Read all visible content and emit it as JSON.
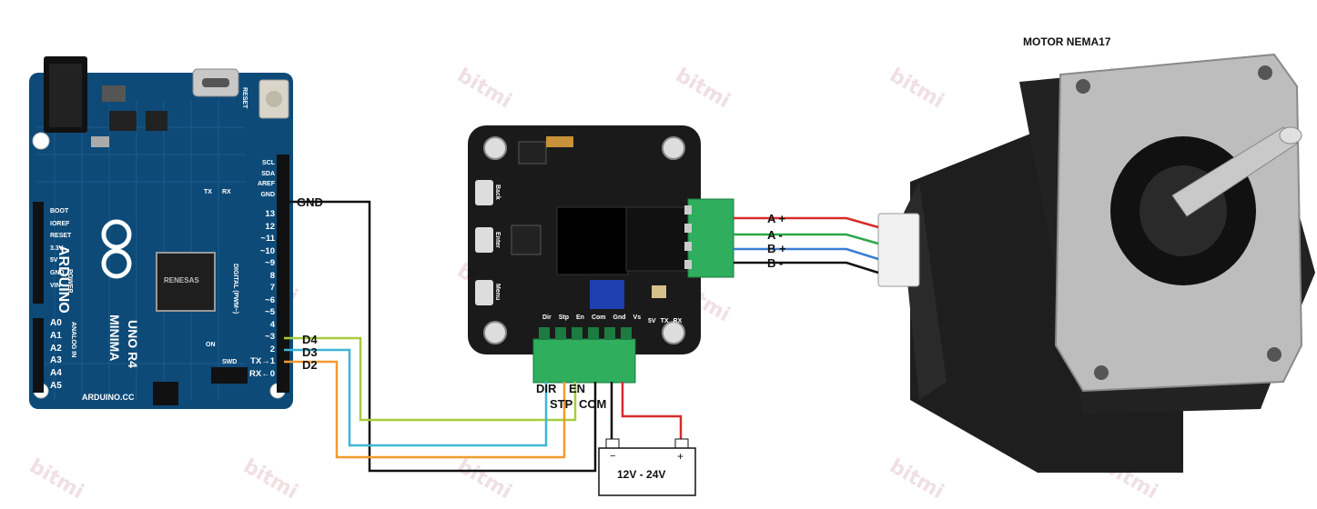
{
  "title": "MOTOR NEMA17",
  "watermark": "bitmi",
  "arduino": {
    "brand": "ARDUINO",
    "model": "UNO R4",
    "variant": "MINIMA",
    "url": "ARDUINO.CC",
    "power_labels": [
      "BOOT",
      "IOREF",
      "RESET",
      "3.3V",
      "5V",
      "GND",
      "VIN"
    ],
    "power_header": "POWER",
    "analog_labels": [
      "A0",
      "A1",
      "A2",
      "A3",
      "A4",
      "A5"
    ],
    "analog_header": "ANALOG IN",
    "digital_labels_top": [
      "SCL",
      "SDA",
      "AREF",
      "GND"
    ],
    "digital_numbers": [
      "13",
      "12",
      "~11",
      "~10",
      "~9",
      "8",
      "7",
      "~6",
      "~5",
      "4",
      "~3",
      "2",
      "TX→1",
      "RX←0"
    ],
    "digital_header": "DIGITAL (PWM~)",
    "reset_label": "RESET",
    "chip_text": "RENESAS",
    "on_label": "ON",
    "swd_label": "SWD",
    "tx_label": "TX",
    "rx_label": "RX"
  },
  "driver": {
    "button_labels": [
      "Back",
      "Enter",
      "Menu"
    ],
    "terminal_pins": [
      "Dir",
      "Stp",
      "En",
      "Com",
      "Gnd",
      "Vs"
    ],
    "side_labels": [
      "5V",
      "TX",
      "RX"
    ]
  },
  "wires": {
    "gnd": "GND",
    "d4": "D4",
    "d3": "D3",
    "d2": "D2",
    "dir": "DIR",
    "stp": "STP",
    "en": "EN",
    "com": "COM",
    "a_plus": "A +",
    "a_minus": "A -",
    "b_plus": "B +",
    "b_minus": "B -"
  },
  "power_supply": {
    "label": "12V - 24V",
    "minus": "−",
    "plus": "+"
  },
  "colors": {
    "board_blue": "#0d4a78",
    "d4_wire": "#a8cc3c",
    "d3_wire": "#3fb6d8",
    "d2_wire": "#f29a2e",
    "a_plus_wire": "#d62b2b",
    "a_minus_wire": "#2aa84a",
    "b_plus_wire": "#3a7fd0",
    "terminal_green": "#2fae5e",
    "driver_black": "#1a1a1a"
  }
}
